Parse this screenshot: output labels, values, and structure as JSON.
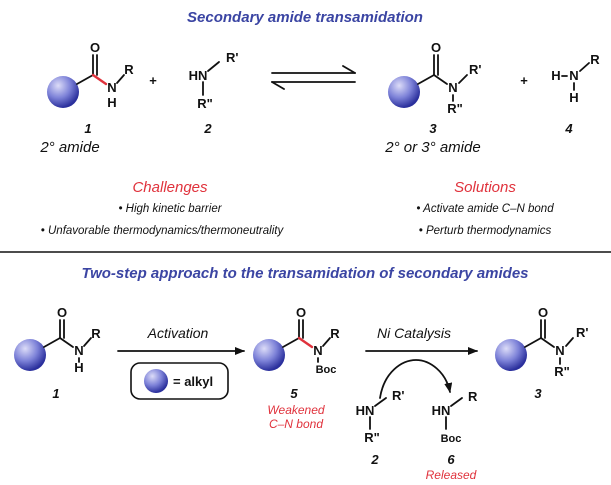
{
  "colors": {
    "title_blue": "#3b45a3",
    "highlight_red": "#e0323c",
    "sphere_light": "#dcdcf8",
    "sphere_dark": "#2a2f9c"
  },
  "top_title": "Secondary amide transamidation",
  "bottom_title": "Two-step approach to the transamidation of secondary amides",
  "top_scheme": {
    "plus1": "+",
    "plus2": "+",
    "c1": {
      "num": "1",
      "label": "2° amide",
      "r": "R",
      "o": "O",
      "n": "N",
      "h": "H"
    },
    "c2": {
      "num": "2",
      "hn": "HN",
      "rp": "R'",
      "rpp": "R\""
    },
    "c3": {
      "num": "3",
      "label": "2° or 3° amide",
      "o": "O",
      "n": "N",
      "rp": "R'",
      "rpp": "R\""
    },
    "c4": {
      "num": "4",
      "h1": "H",
      "n": "N",
      "r": "R",
      "h2": "H"
    }
  },
  "challenges": {
    "heading": "Challenges",
    "items": [
      "• High kinetic barrier",
      "• Unfavorable thermodynamics/thermoneutrality"
    ]
  },
  "solutions": {
    "heading": "Solutions",
    "items": [
      "• Activate amide C–N bond",
      "• Perturb thermodynamics"
    ]
  },
  "bottom_scheme": {
    "activation": "Activation",
    "legend": "= alkyl",
    "catalysis": "Ni Catalysis",
    "b1": {
      "num": "1",
      "o": "O",
      "n": "N",
      "r": "R",
      "h": "H"
    },
    "b5": {
      "num": "5",
      "o": "O",
      "n": "N",
      "r": "R",
      "boc": "Boc",
      "note1": "Weakened",
      "note2": "C–N bond"
    },
    "b3": {
      "num": "3",
      "o": "O",
      "n": "N",
      "rp": "R'",
      "rpp": "R\""
    },
    "b2": {
      "num": "2",
      "hn": "HN",
      "rp": "R'",
      "rpp": "R\""
    },
    "b6": {
      "num": "6",
      "hn": "HN",
      "r": "R",
      "boc": "Boc",
      "note": "Released"
    }
  }
}
